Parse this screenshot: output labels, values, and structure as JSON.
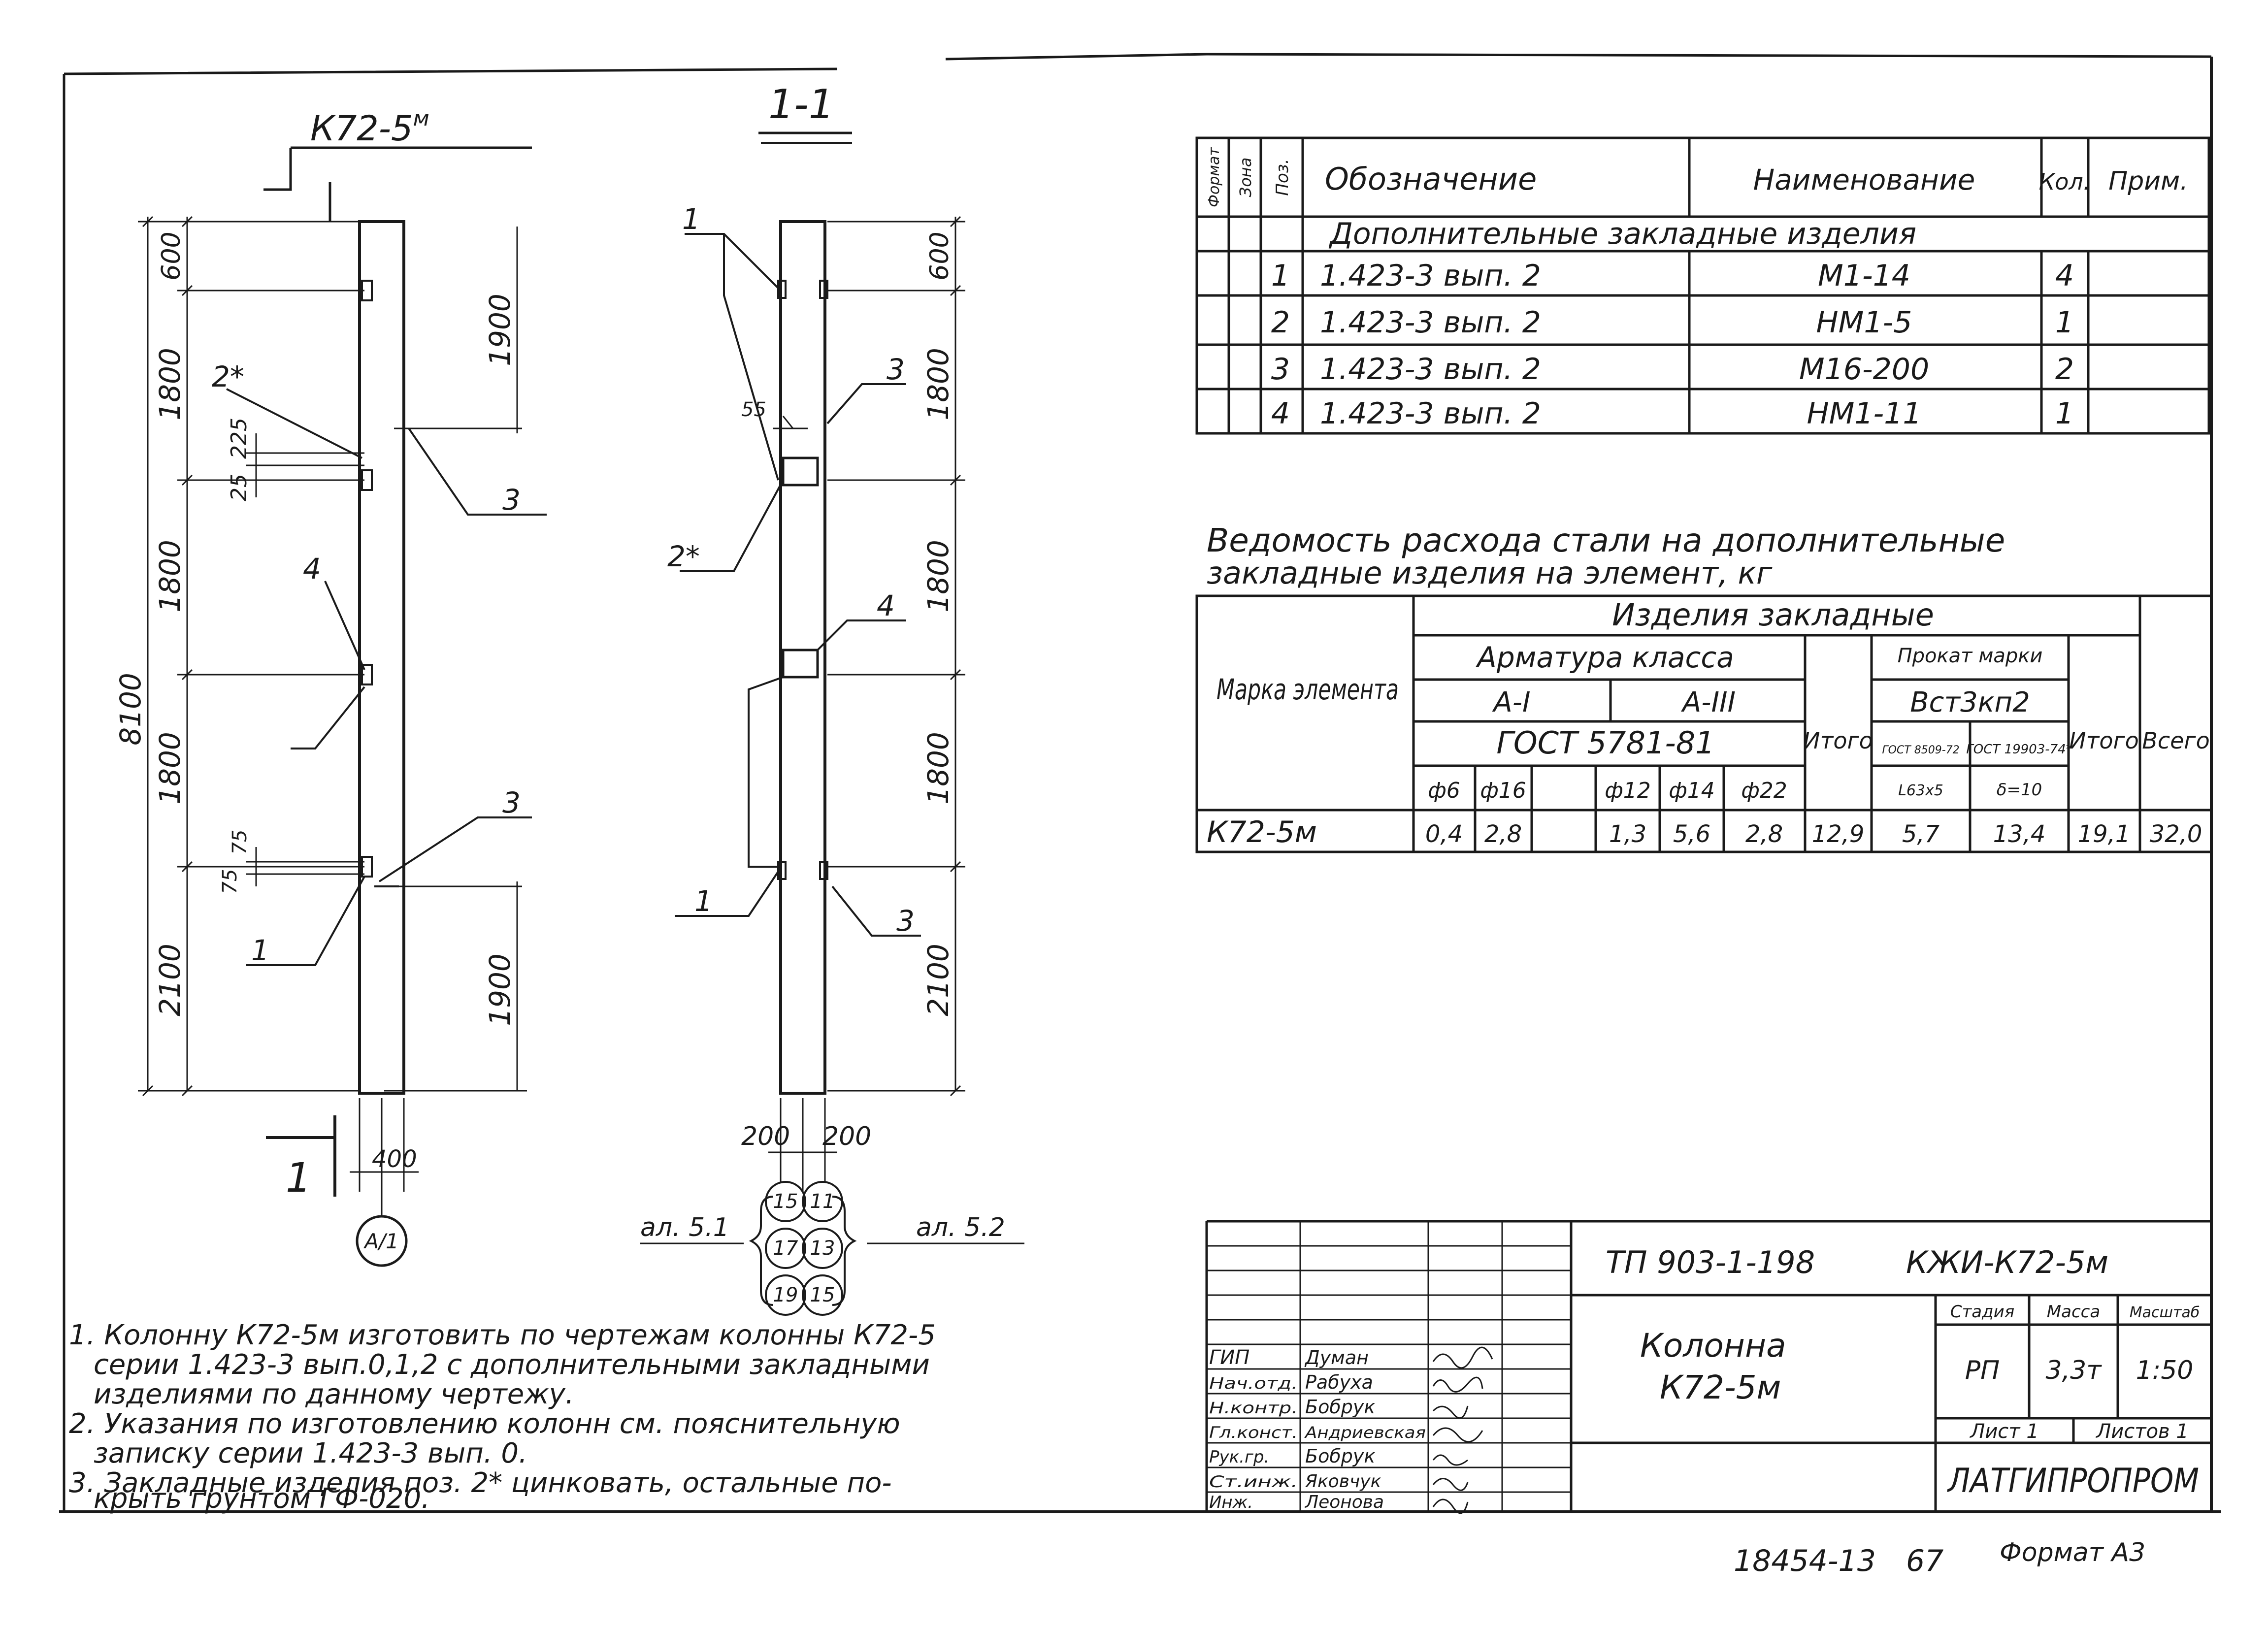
{
  "elevation": {
    "title": "К72-5",
    "title_sup": "м",
    "dims_left": [
      "600",
      "1800",
      "1800",
      "1800",
      "2100"
    ],
    "dim_total": "8100",
    "dims_right": [
      "1900",
      "1900"
    ],
    "small": [
      "225",
      "25",
      "75",
      "75"
    ],
    "width": "400",
    "section_mark": "1",
    "axis": "А/1",
    "pos": [
      "2*",
      "3",
      "4",
      "3",
      "1"
    ]
  },
  "section": {
    "title": "1-1",
    "dims_right": [
      "600",
      "1800",
      "1800",
      "1800",
      "2100"
    ],
    "dim_55": "55",
    "bottom_dims": [
      "200",
      "200"
    ],
    "pos": [
      "1",
      "3",
      "2*",
      "4",
      "1",
      "3"
    ],
    "ref_left": "ал. 5.1",
    "ref_right": "ал. 5.2",
    "circles": [
      "15",
      "11",
      "17",
      "13",
      "19",
      "15"
    ]
  },
  "spec_table": {
    "headers": [
      "Формат",
      "Зона",
      "Поз.",
      "Обозначение",
      "Наименование",
      "Кол.",
      "Прим."
    ],
    "section_title": "Дополнительные закладные изделия",
    "rows": [
      {
        "pos": "1",
        "designation": "1.423-3 вып. 2",
        "name": "М1-14",
        "qty": "4"
      },
      {
        "pos": "2",
        "designation": "1.423-3 вып. 2",
        "name": "НМ1-5",
        "qty": "1"
      },
      {
        "pos": "3",
        "designation": "1.423-3 вып. 2",
        "name": "М16-200",
        "qty": "2"
      },
      {
        "pos": "4",
        "designation": "1.423-3 вып. 2",
        "name": "НМ1-11",
        "qty": "1"
      }
    ]
  },
  "steel_table": {
    "title_line1": "Ведомость расхода стали на дополнительные",
    "title_line2": "закладные изделия на элемент, кг",
    "h_mark": "Марка элемента",
    "h_izd": "Изделия закладные",
    "h_arm": "Арматура класса",
    "h_a1": "А-I",
    "h_a3": "А-III",
    "h_gost1": "ГОСТ 5781-81",
    "h_itogo": "Итого",
    "h_prokat": "Прокат марки",
    "h_vst": "Вст3кп2",
    "h_gost2": "ГОСТ 8509-72",
    "h_gost3": "ГОСТ 19903-74*",
    "h_l63": "L63х5",
    "h_d10": "δ=10",
    "h_itogo2": "Итого",
    "h_vsego": "Всего",
    "diams": [
      "ф6",
      "ф16",
      "ф12",
      "ф14",
      "ф22"
    ],
    "row": {
      "mark": "К72-5м",
      "values": [
        "0,4",
        "2,8",
        "",
        "1,3",
        "5,6",
        "2,8",
        "12,9",
        "5,7",
        "13,4",
        "",
        "19,1",
        "32,0"
      ]
    }
  },
  "notes": [
    "1. Колонну К72-5м изготовить по чертежам колонны К72-5",
    "серии 1.423-3 вып.0,1,2 с дополнительными закладными",
    "изделиями по данному чертежу.",
    "2. Указания по изготовлению колонн см. пояснительную",
    "записку серии 1.423-3 вып. 0.",
    "3. Закладные изделия поз. 2* цинковать, остальные по-",
    "крыть грунтом ГФ-020."
  ],
  "stamp": {
    "doc_code": "ТП 903-1-198",
    "doc_mark": "КЖИ-К72-5м",
    "title1": "Колонна",
    "title2": "К72-5м",
    "roles": [
      "ГИП",
      "Нач.отд.",
      "Н.контр.",
      "Гл.конст.",
      "Рук.гр.",
      "Ст.инж.",
      "Инж."
    ],
    "names": [
      "Думан",
      "Рабуха",
      "Бобрук",
      "Андриевская",
      "Бобрук",
      "Яковчук",
      "Леонова"
    ],
    "h_stage": "Стадия",
    "h_mass": "Масса",
    "h_scale": "Масштаб",
    "stage": "РП",
    "mass": "3,3т",
    "scale": "1:50",
    "sheet": "Лист 1",
    "sheets": "Листов 1",
    "org": "ЛАТГИПРОПРОМ"
  },
  "footer": {
    "archive": "18454-13",
    "page": "67",
    "format": "Формат А3"
  }
}
